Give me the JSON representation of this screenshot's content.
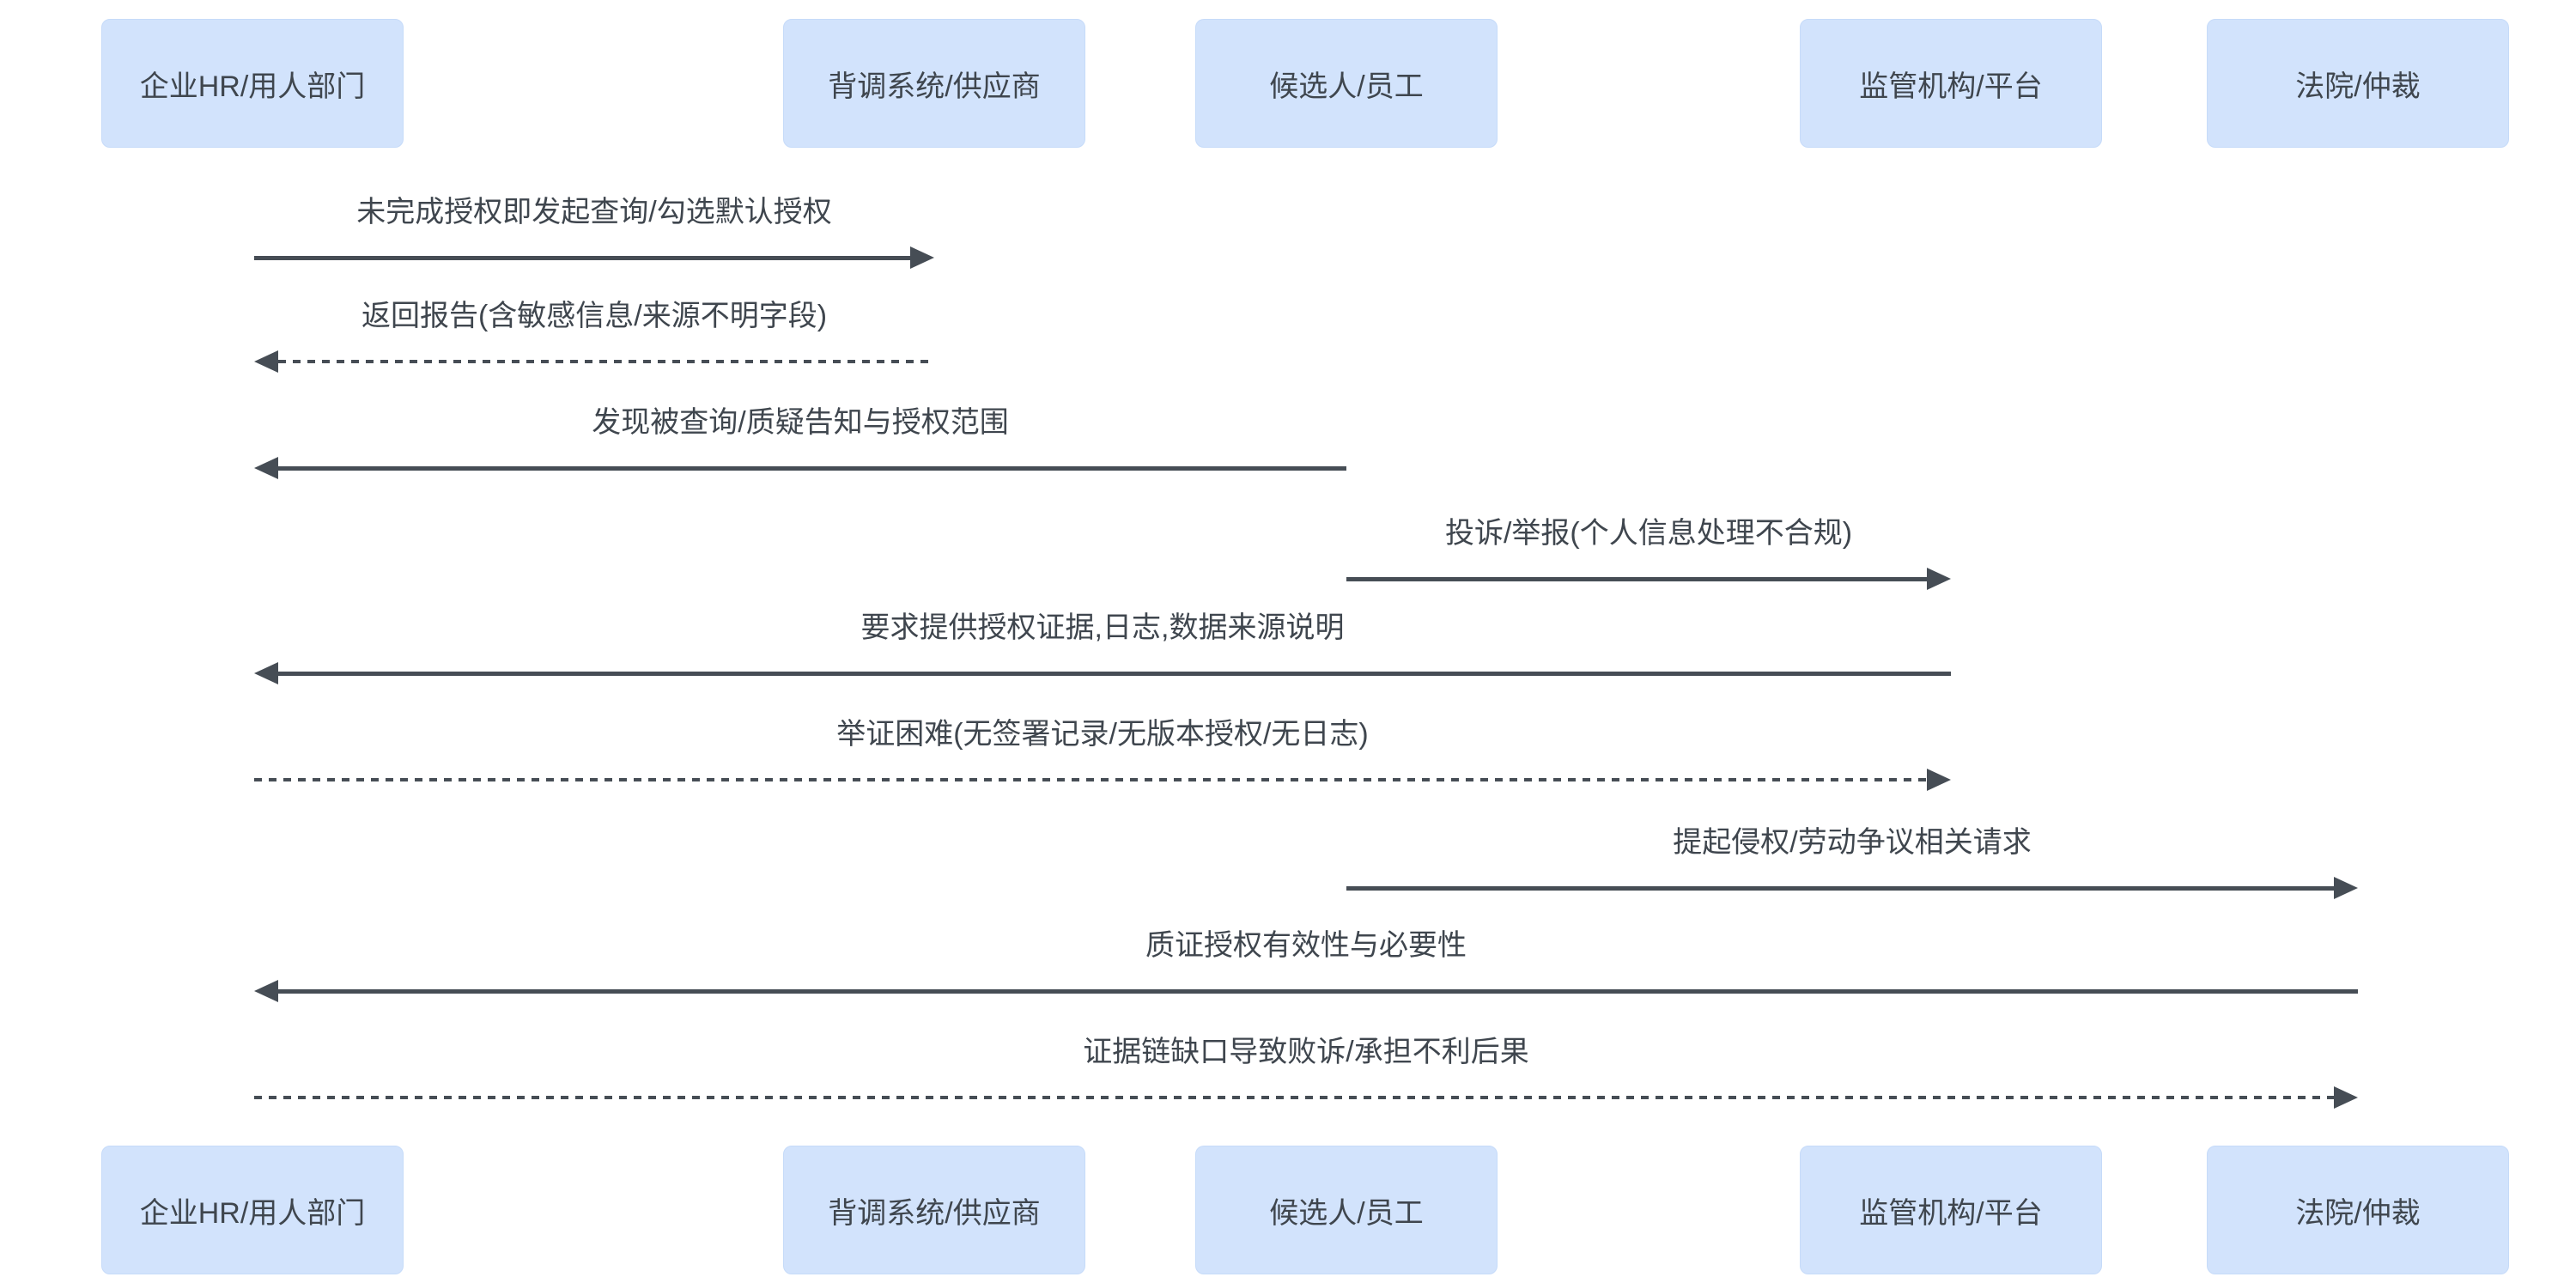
{
  "diagram": {
    "type": "sequence-diagram",
    "background": "#ffffff",
    "colors": {
      "actor_fill": "#d2e3fc",
      "actor_border": "#c6dbf9",
      "line": "#464d55",
      "text": "#3f464e"
    },
    "actors": [
      {
        "label": "企业HR/用人部门"
      },
      {
        "label": "背调系统/供应商"
      },
      {
        "label": "候选人/员工"
      },
      {
        "label": "监管机构/平台"
      },
      {
        "label": "法院/仲裁"
      }
    ],
    "messages": [
      {
        "from": "企业HR/用人部门",
        "to": "背调系统/供应商",
        "style": "solid",
        "direction": "right",
        "label": "未完成授权即发起查询/勾选默认授权"
      },
      {
        "from": "背调系统/供应商",
        "to": "企业HR/用人部门",
        "style": "dashed",
        "direction": "left",
        "label": "返回报告(含敏感信息/来源不明字段)"
      },
      {
        "from": "候选人/员工",
        "to": "企业HR/用人部门",
        "style": "solid",
        "direction": "left",
        "label": "发现被查询/质疑告知与授权范围"
      },
      {
        "from": "候选人/员工",
        "to": "监管机构/平台",
        "style": "solid",
        "direction": "right",
        "label": "投诉/举报(个人信息处理不合规)"
      },
      {
        "from": "监管机构/平台",
        "to": "企业HR/用人部门",
        "style": "solid",
        "direction": "left",
        "label": "要求提供授权证据,日志,数据来源说明"
      },
      {
        "from": "企业HR/用人部门",
        "to": "监管机构/平台",
        "style": "dashed",
        "direction": "right",
        "label": "举证困难(无签署记录/无版本授权/无日志)"
      },
      {
        "from": "候选人/员工",
        "to": "法院/仲裁",
        "style": "solid",
        "direction": "right",
        "label": "提起侵权/劳动争议相关请求"
      },
      {
        "from": "法院/仲裁",
        "to": "企业HR/用人部门",
        "style": "solid",
        "direction": "left",
        "label": "质证授权有效性与必要性"
      },
      {
        "from": "企业HR/用人部门",
        "to": "法院/仲裁",
        "style": "dashed",
        "direction": "right",
        "label": "证据链缺口导致败诉/承担不利后果"
      }
    ]
  }
}
